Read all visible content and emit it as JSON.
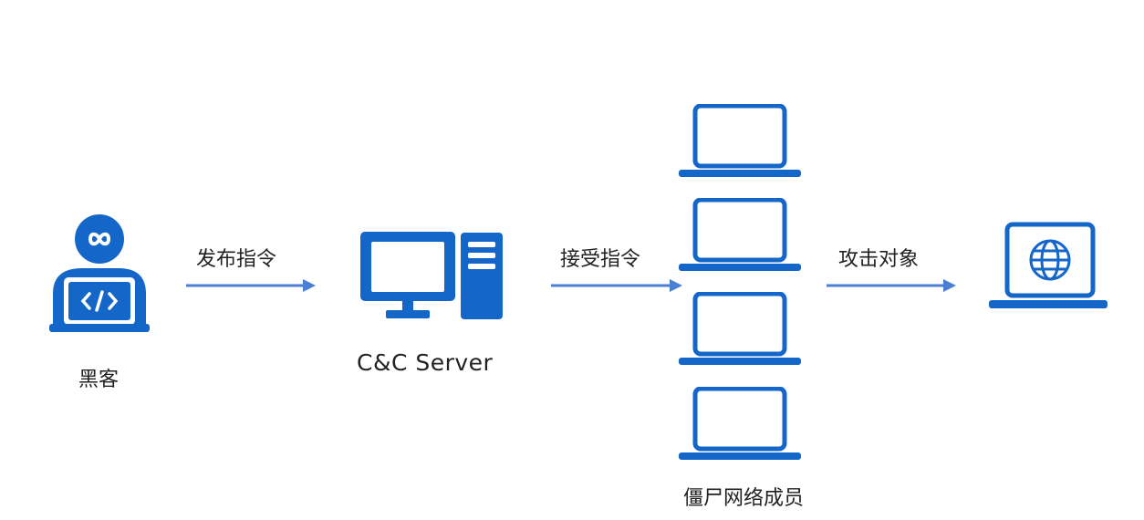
{
  "accent_color": "#1467c8",
  "arrow_color": "#4a7fd4",
  "nodes": {
    "hacker": {
      "label": "黑客",
      "icon": "hacker-icon"
    },
    "server": {
      "label": "C&C Server",
      "icon": "server-computer-icon"
    },
    "botnet": {
      "label": "僵尸网络成员",
      "icon": "laptop-icon",
      "count": 4
    },
    "target": {
      "icon": "laptop-globe-icon"
    }
  },
  "edges": [
    {
      "from": "hacker",
      "to": "server",
      "label": "发布指令"
    },
    {
      "from": "server",
      "to": "botnet",
      "label": "接受指令"
    },
    {
      "from": "botnet",
      "to": "target",
      "label": "攻击对象"
    }
  ]
}
